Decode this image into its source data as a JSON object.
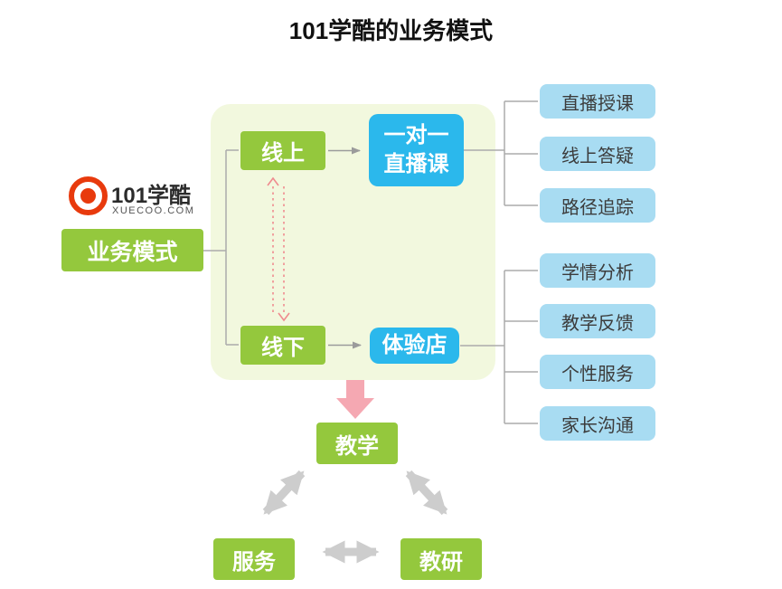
{
  "title": "101学酷的业务模式",
  "logo": {
    "brand": "101学酷",
    "domain": "XUECOO.COM"
  },
  "root": {
    "label": "业务模式"
  },
  "online": {
    "label": "线上",
    "channel": "一对一\n直播课",
    "features": [
      "直播授课",
      "线上答疑",
      "路径追踪"
    ]
  },
  "offline": {
    "label": "线下",
    "channel": "体验店",
    "features": [
      "学情分析",
      "教学反馈",
      "个性服务",
      "家长沟通"
    ]
  },
  "triangle": {
    "top": "教学",
    "left": "服务",
    "right": "教研"
  },
  "colors": {
    "node_green": "#94C83D",
    "node_blue": "#2BB8EC",
    "feature_blue": "#A8DCF2",
    "panel_bg": "#F2F8DE",
    "pink_arrow": "#F5A8B2",
    "dashed_arrow": "#EF8B8F",
    "gray_arrow": "#CDCDCD",
    "logo_red": "#E83A0D"
  }
}
